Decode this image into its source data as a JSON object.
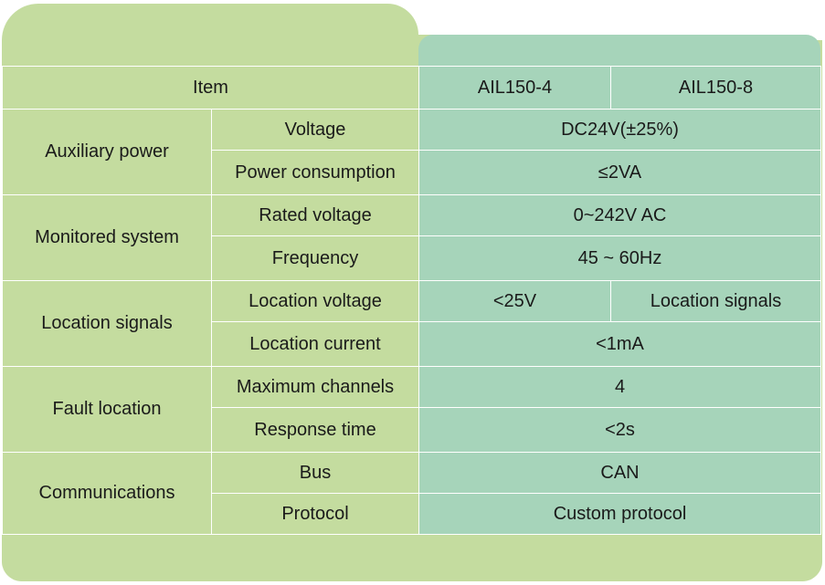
{
  "header": {
    "item_label": "Item",
    "models": [
      "AIL150-4",
      "AIL150-8"
    ]
  },
  "groups": {
    "auxiliary_power": {
      "label": "Auxiliary power",
      "rows": [
        {
          "param": "Voltage",
          "value": "DC24V(±25%)"
        },
        {
          "param": "Power consumption",
          "value": "≤2VA"
        }
      ]
    },
    "monitored_system": {
      "label": "Monitored system",
      "rows": [
        {
          "param": "Rated voltage",
          "value": "0~242V AC"
        },
        {
          "param": "Frequency",
          "value": "45 ~ 60Hz"
        }
      ]
    },
    "location_signals": {
      "label": "Location signals",
      "rows": [
        {
          "param": "Location voltage",
          "value_a": "<25V",
          "value_b": "Location signals"
        },
        {
          "param": "Location current",
          "value": "<1mA"
        }
      ]
    },
    "fault_location": {
      "label": "Fault location",
      "rows": [
        {
          "param": "Maximum channels",
          "value": "4"
        },
        {
          "param": "Response time",
          "value": "<2s"
        }
      ]
    },
    "communications": {
      "label": "Communications",
      "rows": [
        {
          "param": "Bus",
          "value": "CAN"
        },
        {
          "param": "Protocol",
          "value": "Custom protocol"
        }
      ]
    }
  },
  "colors": {
    "left_green": "#c4dc9f",
    "right_teal": "#a6d4ba",
    "divider": "#ffffff"
  }
}
